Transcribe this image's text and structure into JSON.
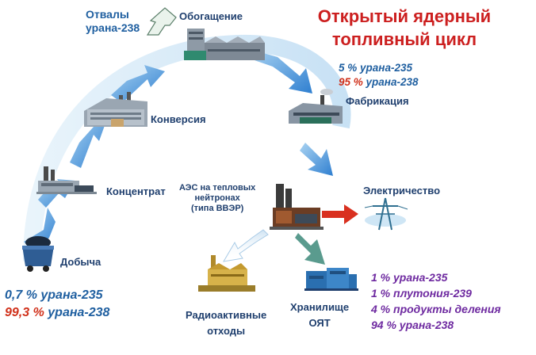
{
  "title": {
    "line1": "Открытый ядерный",
    "line2": "топливный цикл"
  },
  "stages": {
    "tailings": {
      "line1": "Отвалы",
      "line2": "урана-238"
    },
    "enrichment": "Обогащение",
    "fabrication": "Фабрикация",
    "conversion": "Конверсия",
    "concentrate": "Концентрат",
    "npp": {
      "line1": "АЭС на тепловых",
      "line2": "нейтронах",
      "line3": "(типа ВВЭР)"
    },
    "electricity": "Электричество",
    "mining": "Добыча",
    "radwaste": {
      "line1": "Радиоактивные",
      "line2": "отходы"
    },
    "storage": {
      "line1": "Хранилище",
      "line2": "ОЯТ"
    }
  },
  "compositions": {
    "fabrication": {
      "u235_pct": "5 %",
      "u235_name": "урана-235",
      "u238_pct": "95 %",
      "u238_name": "урана-238"
    },
    "mining": {
      "u235_pct": "0,7 %",
      "u235_name": "урана-235",
      "u238_pct": "99,3 %",
      "u238_name": "урана-238"
    },
    "spent_fuel": [
      "1 % урана-235",
      "1 % плутония-239",
      "4 % продукты деления",
      "94 % урана-238"
    ]
  },
  "icons": [
    "mine-cart-icon",
    "concentrate-plant-icon",
    "conversion-plant-icon",
    "enrichment-plant-icon",
    "fabrication-plant-icon",
    "nuclear-plant-icon",
    "power-pylon-icon",
    "radwaste-plant-icon",
    "storage-facility-icon"
  ],
  "colors": {
    "title": "#cc1f1f",
    "arrow": "#2f7fd0",
    "arrow_light": "#a9d3f2",
    "u235": "#1f5fa0",
    "u238": "#d0301a",
    "spent": "#6e2aa0",
    "electric_arrow": "#d9301f"
  }
}
